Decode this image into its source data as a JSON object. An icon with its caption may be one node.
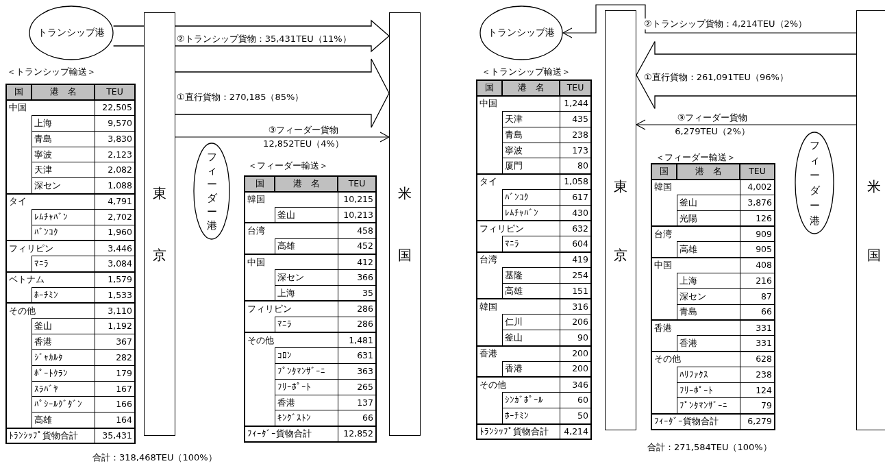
{
  "diagram": {
    "nodes": [
      {
        "text": [
          "トランシップ港"
        ]
      },
      {
        "text": [
          "東京"
        ]
      },
      {
        "text": [
          "米国"
        ]
      },
      {
        "text": [
          "フィーダー港"
        ]
      },
      {
        "text": [
          "トランシップ港"
        ]
      },
      {
        "text": [
          "東京"
        ]
      },
      {
        "text": [
          "米国"
        ]
      },
      {
        "text": [
          "フィーダー港"
        ]
      }
    ],
    "edges": [
      {
        "from": 0,
        "to": 2,
        "arrow": "to",
        "label": "②トランシップ貨物：35,431TEU（11%）",
        "style": "thick"
      },
      {
        "from": 1,
        "to": 2,
        "arrow": "to",
        "label": "①直行貨物：270,185（85%）",
        "style": "thick"
      },
      {
        "from": 1,
        "to": 2,
        "arrow": "to",
        "label": "③フィーダー貨物 12,852TEU（4%）"
      },
      {
        "from": 6,
        "to": 4,
        "arrow": "to",
        "label": "②トランシップ貨物：4,214TEU（2%）"
      },
      {
        "from": 6,
        "to": 5,
        "arrow": "to",
        "label": "①直行貨物：261,091TEU（96%）",
        "style": "thick"
      },
      {
        "from": 6,
        "to": 5,
        "arrow": "to",
        "label": "③フィーダー貨物 6,279TEU（2%）"
      }
    ],
    "labels": [
      "＜トランシップ輸送＞",
      "国",
      "港　名",
      "TEU",
      "中国",
      "22,505",
      "上海",
      "9,570",
      "青島",
      "3,830",
      "寧波",
      "2,123",
      "天津",
      "2,082",
      "深セン",
      "1,088",
      "タイ",
      "4,791",
      "ﾚﾑﾁｬﾊﾞﾝ",
      "2,702",
      "ﾊﾞﾝｺｸ",
      "1,960",
      "フィリピン",
      "3,446",
      "ﾏﾆﾗ",
      "3,084",
      "ベトナム",
      "1,579",
      "ﾎｰﾁﾐﾝ",
      "1,533",
      "その他",
      "3,110",
      "釜山",
      "1,192",
      "香港",
      "367",
      "ｼﾞｬｶﾙﾀ",
      "282",
      "ﾎﾟｰﾄｸﾗﾝ",
      "179",
      "ｽﾗﾊﾞﾔ",
      "167",
      "ﾊﾟｼｰﾙｸﾞﾀﾞﾝ",
      "166",
      "高雄",
      "164",
      "ﾄﾗﾝｼｯﾌﾟ貨物合計",
      "35,431",
      "＜フィーダー輸送＞",
      "国",
      "港　名",
      "TEU",
      "韓国",
      "10,215",
      "釜山",
      "10,213",
      "台湾",
      "458",
      "高雄",
      "452",
      "中国",
      "412",
      "深セン",
      "366",
      "上海",
      "35",
      "フィリピン",
      "286",
      "ﾏﾆﾗ",
      "286",
      "その他",
      "1,481",
      "ｺﾛﾝ",
      "631",
      "ﾌﾟﾝﾀﾏﾝｻﾞｰﾆ",
      "363",
      "ﾌﾘｰﾎﾟｰﾄ",
      "265",
      "香港",
      "137",
      "ｷﾝｸﾞｽﾄﾝ",
      "66",
      "ﾌｨｰﾀﾞｰ貨物合計",
      "12,852",
      "合計：318,468TEU（100%）",
      "＜トランシップ輸送＞",
      "国",
      "港　名",
      "TEU",
      "中国",
      "1,244",
      "天津",
      "435",
      "青島",
      "238",
      "寧波",
      "173",
      "厦門",
      "80",
      "タイ",
      "1,058",
      "ﾊﾞﾝｺｸ",
      "617",
      "ﾚﾑﾁｬﾊﾞﾝ",
      "430",
      "フィリピン",
      "632",
      "ﾏﾆﾗ",
      "604",
      "台湾",
      "419",
      "基隆",
      "254",
      "高雄",
      "151",
      "韓国",
      "316",
      "仁川",
      "206",
      "釜山",
      "90",
      "香港",
      "200",
      "香港",
      "200",
      "その他",
      "346",
      "ｼﾝｶﾞﾎﾟｰﾙ",
      "60",
      "ﾎｰﾁﾐﾝ",
      "50",
      "ﾄﾗﾝｼｯﾌﾟ貨物合計",
      "4,214",
      "＜フィーダー輸送＞",
      "国",
      "港　名",
      "TEU",
      "韓国",
      "4,002",
      "釜山",
      "3,876",
      "光陽",
      "126",
      "台湾",
      "909",
      "高雄",
      "905",
      "中国",
      "408",
      "上海",
      "216",
      "深セン",
      "87",
      "青島",
      "66",
      "香港",
      "331",
      "香港",
      "331",
      "その他",
      "628",
      "ﾊﾘﾌｧｸｽ",
      "238",
      "ﾌﾘｰﾎﾟｰﾄ",
      "124",
      "ﾌﾟﾝﾀﾏﾝｻﾞｰﾆ",
      "79",
      "ﾌｨｰﾀﾞｰ貨物合計",
      "6,279",
      "合計：271,584TEU（100%）"
    ]
  }
}
